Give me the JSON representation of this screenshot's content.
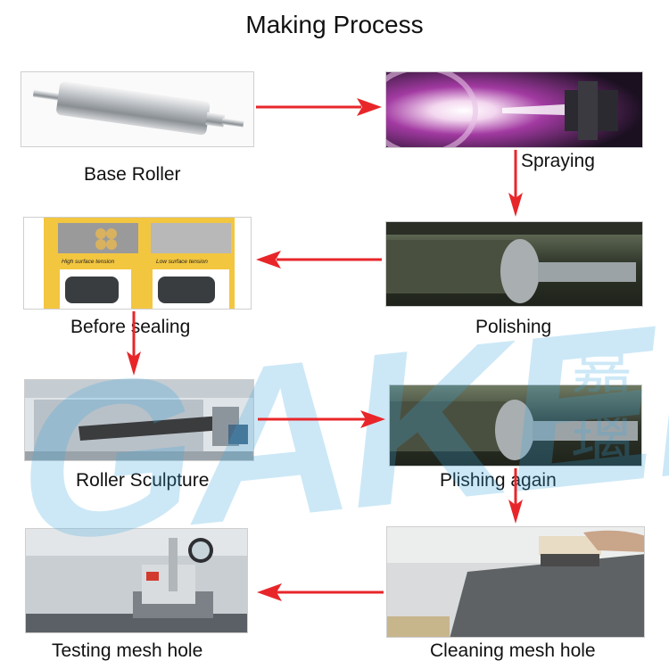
{
  "title": "Making Process",
  "steps": [
    {
      "id": "base",
      "label": "Base Roller"
    },
    {
      "id": "spray",
      "label": "Spraying"
    },
    {
      "id": "polish",
      "label": "Polishing"
    },
    {
      "id": "seal",
      "label": "Before sealing",
      "inset": {
        "left_caption": "High surface tension",
        "right_caption": "Low surface tension"
      }
    },
    {
      "id": "sculpt",
      "label": "Roller Sculpture"
    },
    {
      "id": "polish2",
      "label": "Plishing again"
    },
    {
      "id": "test",
      "label": "Testing mesh hole"
    },
    {
      "id": "clean",
      "label": "Cleaning mesh hole"
    }
  ],
  "watermark": {
    "text": "GAKEI",
    "cjk": "嘉璃"
  },
  "colors": {
    "arrow": "#e8262a",
    "watermark": "#3aa7e0"
  }
}
